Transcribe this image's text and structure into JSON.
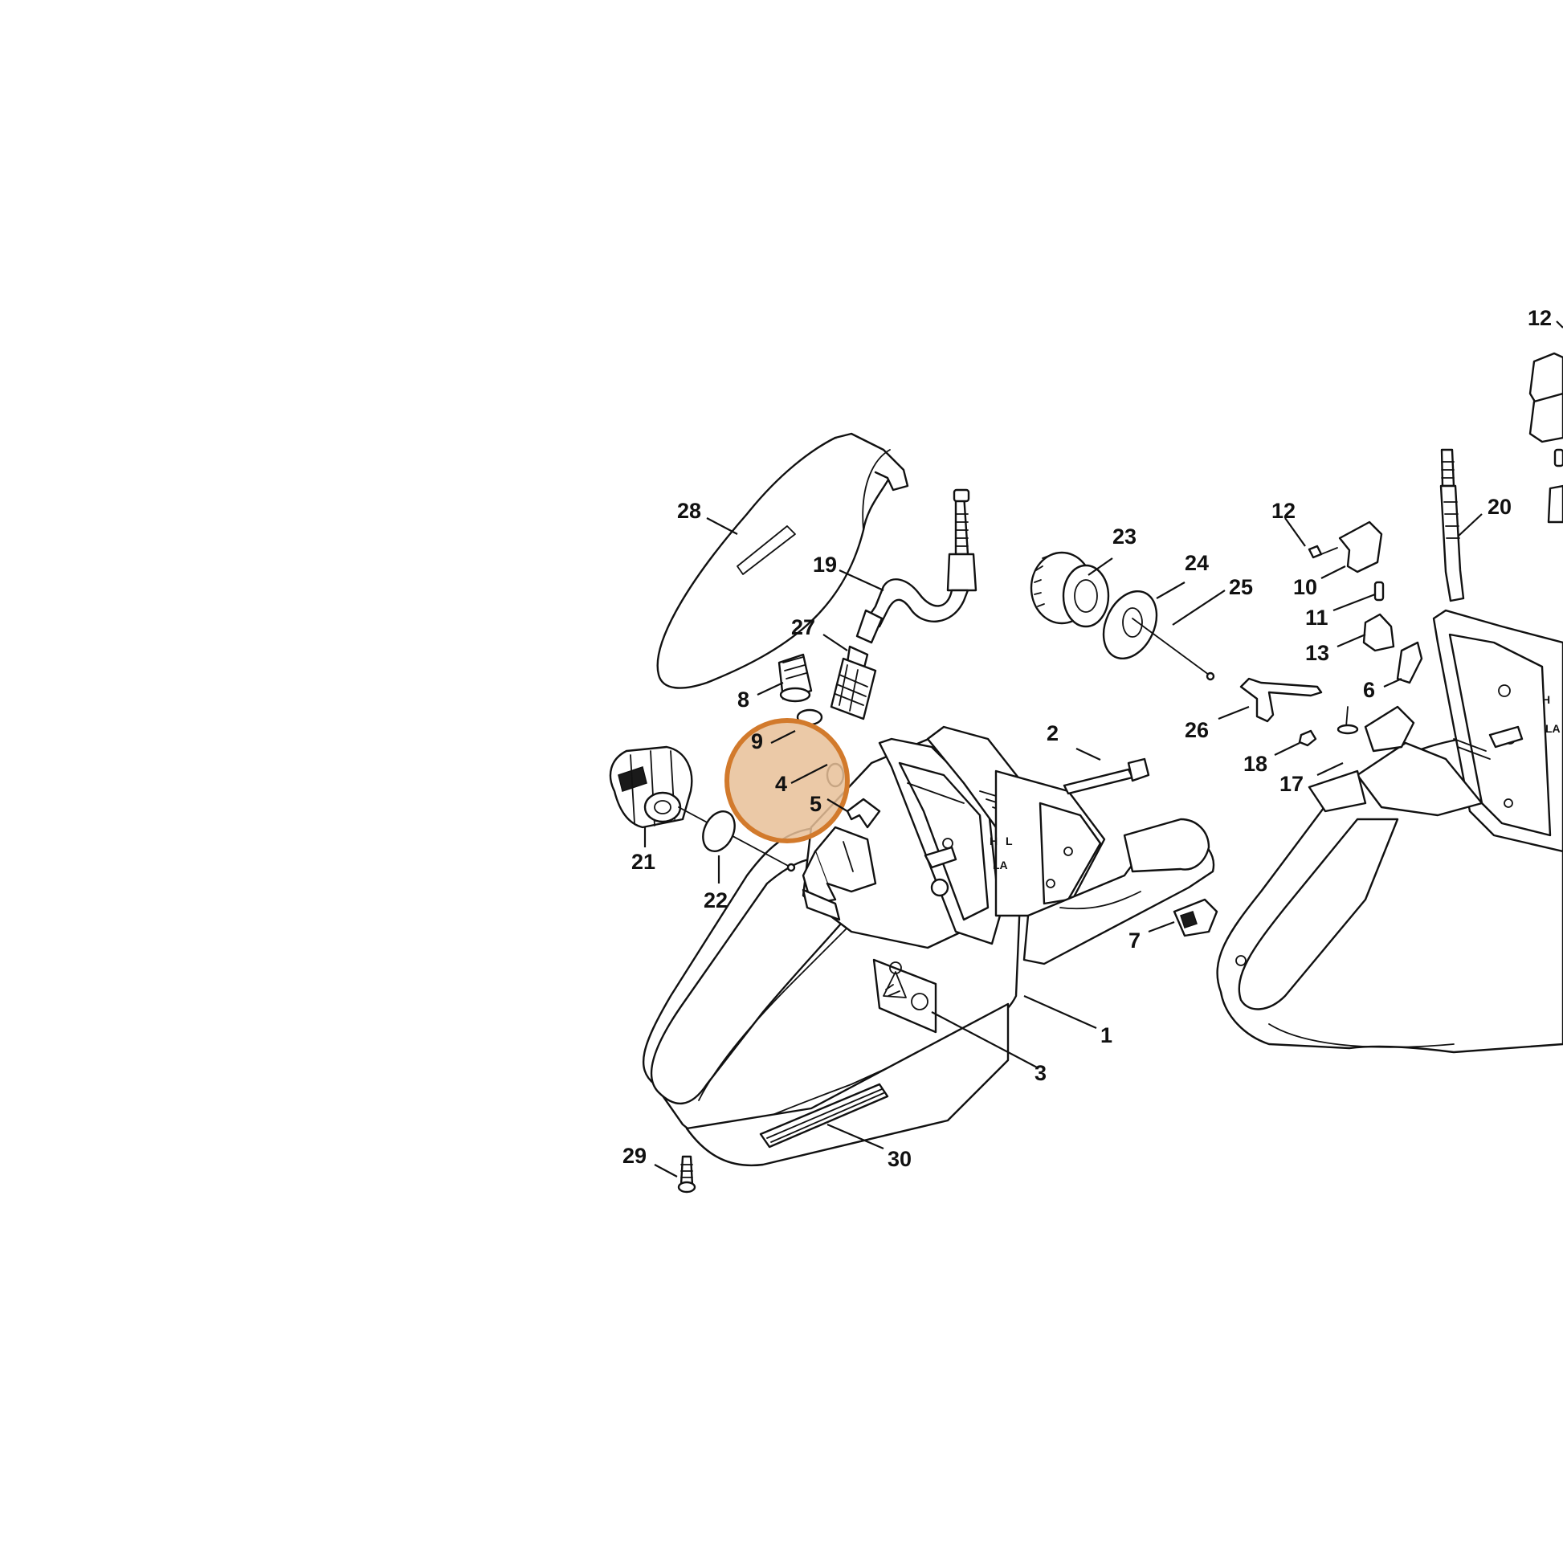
{
  "diagram": {
    "highlight": {
      "fill": "#e8bf98",
      "stroke": "#d27a2c",
      "target": "4"
    },
    "callouts": [
      {
        "id": "c1",
        "label": "1"
      },
      {
        "id": "c2",
        "label": "2"
      },
      {
        "id": "c3",
        "label": "3"
      },
      {
        "id": "c4",
        "label": "4"
      },
      {
        "id": "c5",
        "label": "5"
      },
      {
        "id": "c6",
        "label": "6"
      },
      {
        "id": "c7",
        "label": "7"
      },
      {
        "id": "c8",
        "label": "8"
      },
      {
        "id": "c9",
        "label": "9"
      },
      {
        "id": "c10",
        "label": "10"
      },
      {
        "id": "c11",
        "label": "11"
      },
      {
        "id": "c12a",
        "label": "12"
      },
      {
        "id": "c12b",
        "label": "12"
      },
      {
        "id": "c13",
        "label": "13"
      },
      {
        "id": "c17",
        "label": "17"
      },
      {
        "id": "c18",
        "label": "18"
      },
      {
        "id": "c19",
        "label": "19"
      },
      {
        "id": "c20",
        "label": "20"
      },
      {
        "id": "c21",
        "label": "21"
      },
      {
        "id": "c22",
        "label": "22"
      },
      {
        "id": "c23",
        "label": "23"
      },
      {
        "id": "c24",
        "label": "24"
      },
      {
        "id": "c25",
        "label": "25"
      },
      {
        "id": "c26",
        "label": "26"
      },
      {
        "id": "c27",
        "label": "27"
      },
      {
        "id": "c28",
        "label": "28"
      },
      {
        "id": "c29",
        "label": "29"
      },
      {
        "id": "c30",
        "label": "30"
      }
    ],
    "housing_marks": {
      "h": "H",
      "l": "L",
      "la": "LA"
    }
  }
}
